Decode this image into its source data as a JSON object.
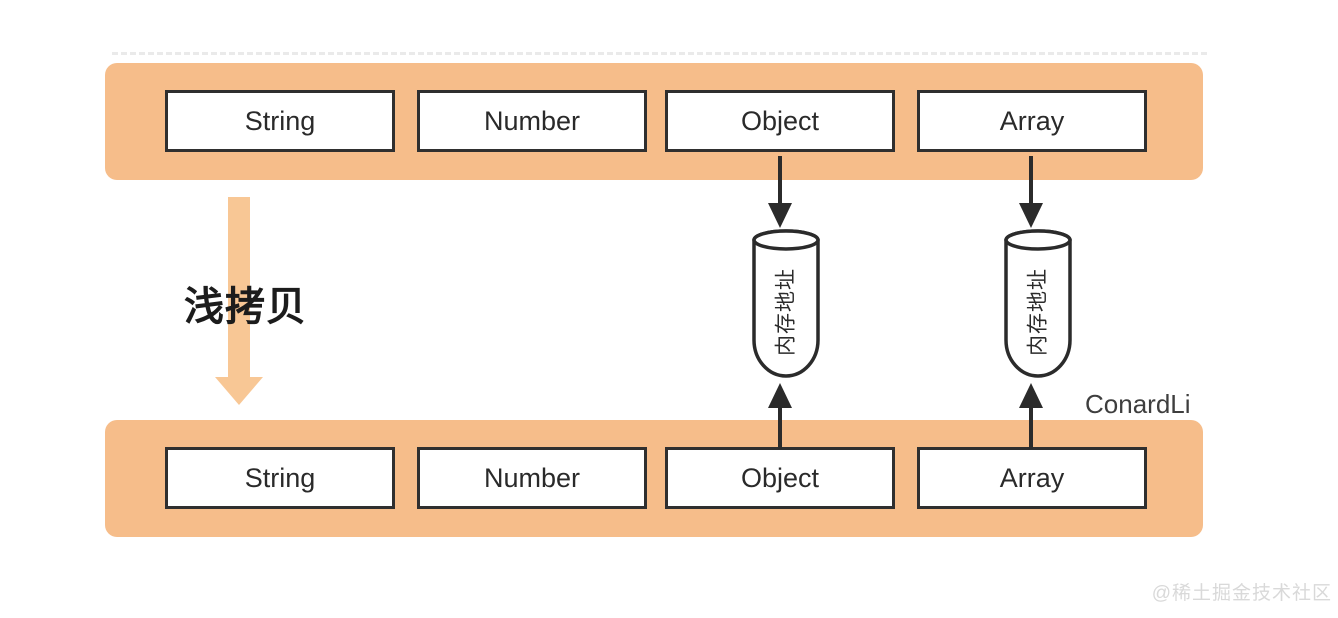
{
  "diagram": {
    "copy_arrow": {
      "label": "浅拷贝"
    },
    "source_bar": {
      "boxes": [
        "String",
        "Number",
        "Object",
        "Array"
      ]
    },
    "copy_bar": {
      "boxes": [
        "String",
        "Number",
        "Object",
        "Array"
      ]
    },
    "memory_cells": [
      "内存地址",
      "内存地址"
    ],
    "credit": "ConardLi",
    "watermark": "@稀土掘金技术社区",
    "colors": {
      "bar_background": "#f6bd8a",
      "copy_arrow": "#f8c795",
      "box_border": "#2f2f2f",
      "ref_arrow": "#2b2b2b",
      "watermark_text": "#d9d9d9"
    }
  }
}
